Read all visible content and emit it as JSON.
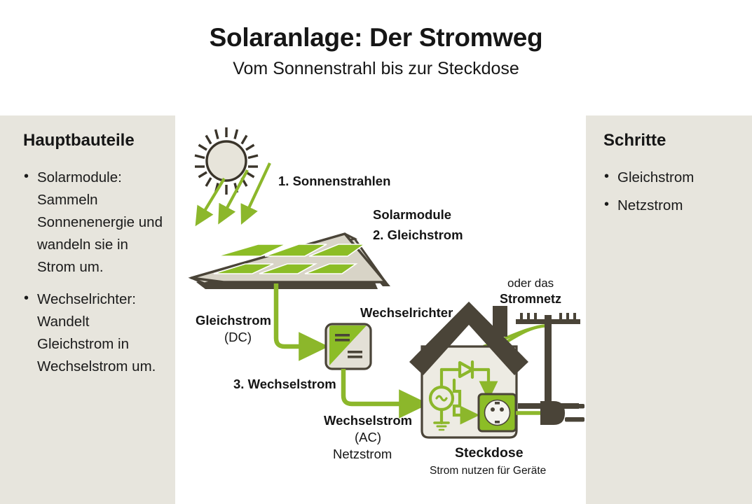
{
  "header": {
    "title": "Solaranlage: Der Stromweg",
    "subtitle": "Vom Sonnenstrahl bis zur Steckdose"
  },
  "left_panel": {
    "heading": "Hauptbauteile",
    "items": [
      "Solarmodule: Sammeln Sonnenenergie und wandeln sie in Strom um.",
      "Wechselrichter: Wandelt Gleichstrom in Wechselstrom um."
    ]
  },
  "right_panel": {
    "heading": "Schritte",
    "items": [
      "Gleichstrom",
      "Netzstrom"
    ]
  },
  "diagram": {
    "labels": {
      "step1": "1. Sonnenstrahlen",
      "solarmodule": "Solarmodule",
      "step2": "2. Gleichstrom",
      "dc_name": "Gleichstrom",
      "dc_abbrev": "(DC)",
      "inverter": "Wechselrichter",
      "step3": "3. Wechselstrom",
      "ac_name": "Wechselstrom",
      "ac_abbrev": "(AC)",
      "ac_grid": "Netzstrom",
      "grid_line1": "oder das",
      "grid_line2": "Stromnetz",
      "socket": "Steckdose",
      "socket_sub": "Strom nutzen für Geräte"
    },
    "colors": {
      "green": "#8cb72b",
      "green_dark": "#7ba024",
      "panel_green": "#8cbd26",
      "dark_brown": "#4a4438",
      "light_beige": "#e3e0d6",
      "wall": "#edebe3",
      "background": "#ffffff"
    }
  }
}
